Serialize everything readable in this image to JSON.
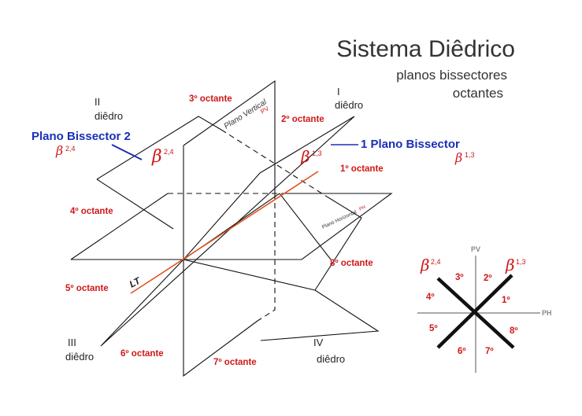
{
  "title": "Sistema Diêdrico",
  "subtitle_line1": "planos bissectores",
  "subtitle_line2": "octantes",
  "diedros": {
    "I": {
      "num": "I",
      "label": "diêdro"
    },
    "II": {
      "num": "II",
      "label": "diêdro"
    },
    "III": {
      "num": "III",
      "label": "diêdro"
    },
    "IV": {
      "num": "IV",
      "label": "diêdro"
    }
  },
  "octantes": {
    "o1": "1º octante",
    "o2": "2º octante",
    "o3": "3º octante",
    "o4": "4º octante",
    "o5": "5º octante",
    "o6": "6º octante",
    "o7": "7º octante",
    "o8": "8º octante"
  },
  "plano_bissector_2": "Plano Bissector 2",
  "plano_bissector_1": "1 Plano Bissector",
  "plano_vertical": "Plano Vertical",
  "plano_vertical_abbr": "PV",
  "plano_horizontal": "Plano Horizontal",
  "plano_horizontal_abbr": "PH",
  "lt": "LT",
  "beta_symbol": "β",
  "beta_24_sub": "2,4",
  "beta_13_sub": "1,3",
  "mini": {
    "pv": "PV",
    "ph": "PH",
    "octants": [
      "1º",
      "2º",
      "3º",
      "4º",
      "5º",
      "6º",
      "7º",
      "8º"
    ],
    "beta_24": "β",
    "beta_24_sub": "2,4",
    "beta_13": "β",
    "beta_13_sub": "1,3"
  },
  "colors": {
    "octant_labels": "#d01818",
    "bissector_2_label": "#1a2fb5",
    "ground_line": "#e05020",
    "lines": "#111111"
  }
}
